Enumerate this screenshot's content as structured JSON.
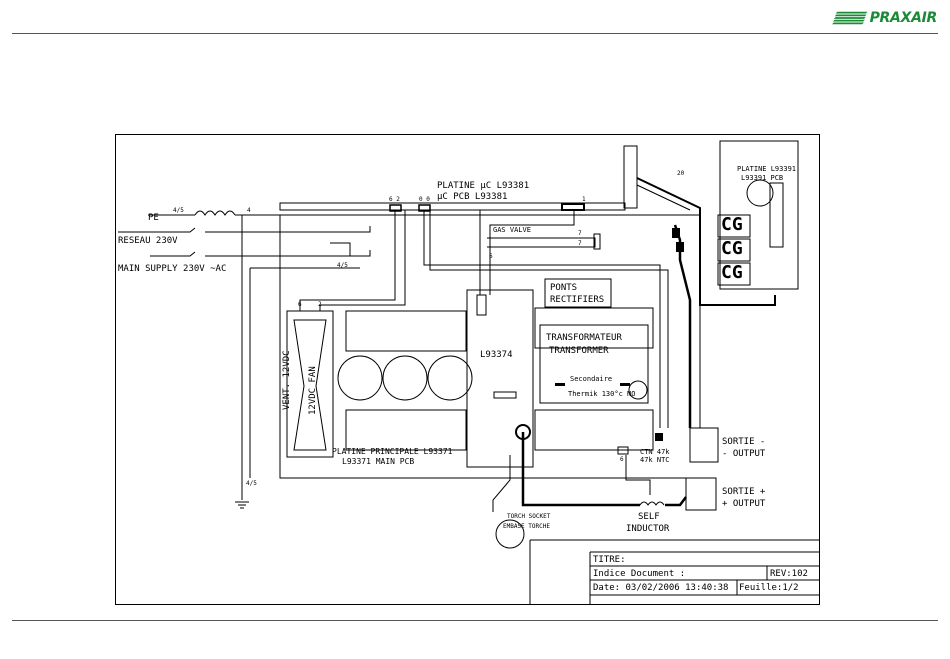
{
  "header": {
    "logo_text": "PRAXAIR",
    "brand_color": "#1a8a35"
  },
  "labels": {
    "platine_uc": "PLATINE µC L93381",
    "uc_pcb": "µC PCB L93381",
    "pe": "PE",
    "reseau": "RESEAU 230V",
    "main_supply": "MAIN SUPPLY 230V ~AC",
    "gas_valve": "GAS VALVE",
    "ponts_1": "PONTS",
    "ponts_2": "RECTIFIERS",
    "transfo_1": "TRANSFORMATEUR",
    "transfo_2": "TRANSFORMER",
    "secondaire": "Secondaire",
    "thermik": "Thermik 130°c NO",
    "l93374": "L93374",
    "vent": "VENT. 12VDC",
    "fan": "12VDC FAN",
    "platine_principale": "PLATINE PRINCIPALE L93371",
    "main_pcb": "L93371 MAIN PCB",
    "ctn_1": "CTN 47k",
    "ctn_2": "47k NTC",
    "sortie_minus_1": "SORTIE -",
    "sortie_minus_2": "- OUTPUT",
    "sortie_plus_1": "SORTIE +",
    "sortie_plus_2": "+ OUTPUT",
    "self_1": "SELF",
    "self_2": "INDUCTOR",
    "torch_1": "TORCH SOCKET",
    "torch_2": "EMBASE TORCHE",
    "platine_l93391": "PLATINE L93391",
    "l93391_pcb": "L93391 PCB",
    "wire_45_a": "4/5",
    "wire_45_b": "4/5",
    "wire_45_c": "4/5",
    "wire_4": "4",
    "wire_20": "20",
    "wire_6a": "6",
    "wire_6b": "6",
    "wire_6c": "6",
    "wire_2": "2",
    "wire_7a": "7",
    "wire_7b": "7",
    "wire_1": "1",
    "pin_62": "6 2",
    "pin_00": "0 0",
    "seg": "CG"
  },
  "title_block": {
    "titre": "TITRE:",
    "indice": "Indice Document :",
    "rev": "REV:102",
    "date": "Date: 03/02/2006 13:40:38",
    "feuille": "Feuille:1/2"
  }
}
